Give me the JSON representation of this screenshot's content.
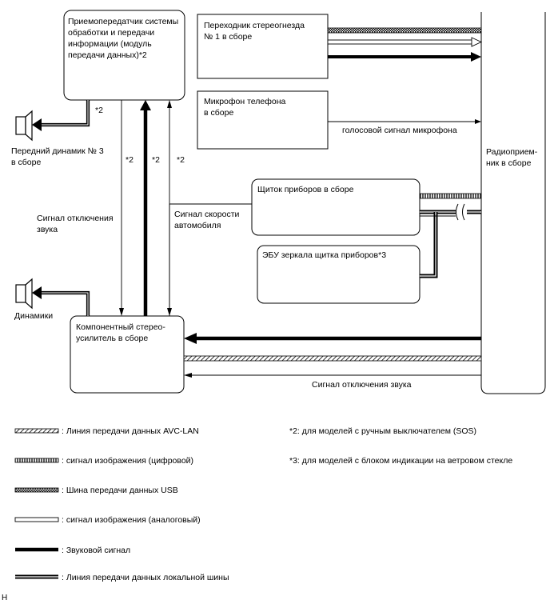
{
  "boxes": {
    "transceiver": [
      "Приемопередатчик системы",
      "обработки и передачи",
      "информации (модуль",
      "передачи данных)*2"
    ],
    "stereo_jack": [
      "Переходник стереогнезда",
      "№ 1 в сборе"
    ],
    "microphone": [
      "Микрофон телефона",
      "в сборе"
    ],
    "radio": [
      "Радиоприем-",
      "ник в сборе"
    ],
    "combination_meter": [
      "Щиток приборов в сборе"
    ],
    "ecu_mirror": [
      "ЭБУ зеркала щитка приборов*3"
    ],
    "amplifier": [
      "Компонентный стерео-",
      "усилитель в сборе"
    ]
  },
  "speakers": {
    "front": [
      "Передний динамик № 3",
      "в сборе"
    ],
    "main": [
      "Динамики"
    ]
  },
  "labels": {
    "star2": "*2",
    "mic_signal": "голосовой сигнал микрофона",
    "mute_left": [
      "Сигнал отключения",
      "звука"
    ],
    "vehicle_speed": [
      "Сигнал скорости",
      "автомобиля"
    ],
    "mute_bottom": "Сигнал отключения звука",
    "corner": "H"
  },
  "legend": {
    "items": [
      {
        "style": "avc-lan",
        "label": ": Линия передачи данных AVC-LAN"
      },
      {
        "style": "video-digital",
        "label": ": сигнал изображения (цифровой)"
      },
      {
        "style": "usb",
        "label": ": Шина передачи данных USB"
      },
      {
        "style": "video-analog",
        "label": ": сигнал изображения (аналоговый)"
      },
      {
        "style": "audio",
        "label": ": Звуковой сигнал"
      },
      {
        "style": "local-bus",
        "label": ": Линия передачи данных локальной шины"
      }
    ],
    "notes": [
      "*2: для моделей с ручным выключателем (SOS)",
      "*3: для моделей с блоком индикации на ветровом стекле"
    ]
  },
  "colors": {
    "line": "#000000",
    "background": "#ffffff",
    "hatch": "#000000"
  }
}
